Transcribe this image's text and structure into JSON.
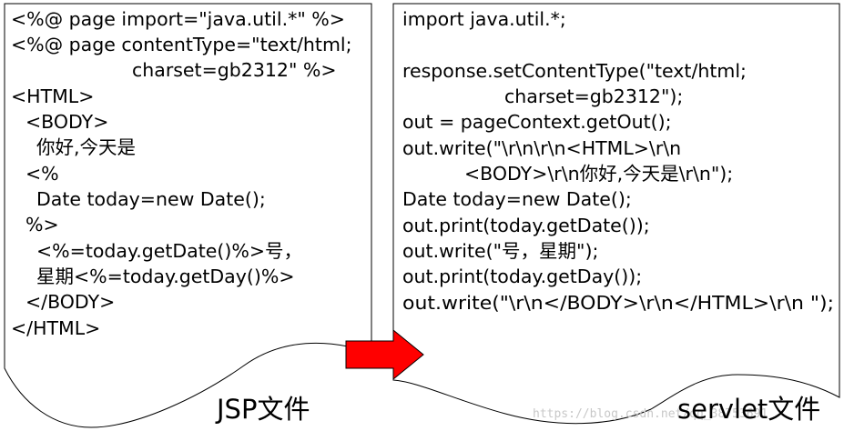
{
  "jsp_document": {
    "lines": [
      "<%@ page import=\"java.util.*\" %>",
      "<%@ page contentType=\"text/html;",
      "charset=gb2312\" %>",
      "<HTML>",
      "<BODY>",
      "你好,今天是",
      "<%",
      "Date today=new Date();",
      "%>",
      "<%=today.getDate()%>号，",
      "星期<%=today.getDay()%>",
      "</BODY>",
      "</HTML>"
    ],
    "caption": "JSP文件"
  },
  "servlet_document": {
    "lines": [
      "import java.util.*;",
      "response.setContentType(\"text/html;",
      "charset=gb2312\");",
      "out = pageContext.getOut();",
      "out.write(\"\\r\\n\\r\\n<HTML>\\r\\n",
      "<BODY>\\r\\n你好,今天是\\r\\n\");",
      "Date today=new Date();",
      "out.print(today.getDate());",
      "out.write(\"号，星期\");",
      "out.print(today.getDay());",
      "out.write(\"\\r\\n</BODY>\\r\\n</HTML>\\r\\n \");"
    ],
    "caption": "servlet文件"
  },
  "arrow": {
    "color": "#ff0000",
    "direction": "right"
  },
  "watermark": "https://blog.csdn.net/qq_38753691"
}
